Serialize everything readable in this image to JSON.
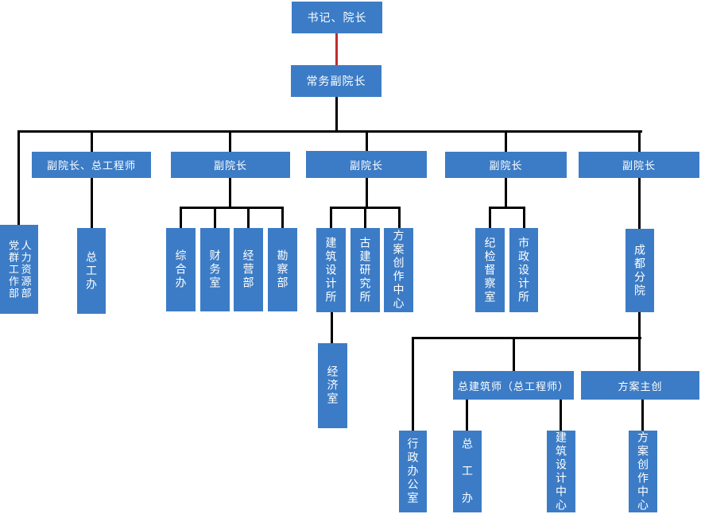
{
  "diagram_type": "org-chart",
  "colors": {
    "box_fill": "#3C7CC6",
    "box_text": "#FFFFFF",
    "connector_line": "#000000",
    "highlight_connector_line": "#BE2F2F",
    "background": "#FFFFFF"
  },
  "nodes": {
    "shuji_yuanzhang": {
      "label": "书记、院长"
    },
    "changwu_fyz": {
      "label": "常务副院长"
    },
    "fyz_zgcs": {
      "label": "副院长、总工程师"
    },
    "fyz1": {
      "label": "副院长"
    },
    "fyz2": {
      "label": "副院长"
    },
    "fyz3": {
      "label": "副院长"
    },
    "fyz4": {
      "label": "副院长"
    },
    "dangqun": {
      "label": "党群工作部"
    },
    "renli": {
      "label": "人力资源部"
    },
    "zonggongban": {
      "label": "总工办"
    },
    "zonghe": {
      "label": "综合办"
    },
    "caiwu": {
      "label": "财务室"
    },
    "jingying": {
      "label": "经营部"
    },
    "kancha": {
      "label": "勘察部"
    },
    "jianzhu_sjs": {
      "label": "建筑设计所"
    },
    "gujian": {
      "label": "古建研究所"
    },
    "fachuang_zx": {
      "label": "方案创作中心"
    },
    "jingji": {
      "label": "经济室"
    },
    "jijian": {
      "label": "纪检督察室"
    },
    "shizheng": {
      "label": "市政设计所"
    },
    "chengdu": {
      "label": "成都分院"
    },
    "zongjianzhushi": {
      "label": "总建筑师（总工程师）"
    },
    "fangan_zhuchuang": {
      "label": "方案主创"
    },
    "xingzheng": {
      "label": "行政办公室"
    },
    "zonggongban2": {
      "label": "总　工　办"
    },
    "jianzhu_sjzx": {
      "label": "建筑设计中心"
    },
    "fachuang_zx2": {
      "label": "方案创作中心"
    }
  },
  "structure": {
    "shuji_yuanzhang": [
      "changwu_fyz"
    ],
    "changwu_fyz": [
      "dangqun",
      "renli",
      "fyz_zgcs",
      "fyz1",
      "fyz2",
      "fyz3",
      "fyz4"
    ],
    "fyz_zgcs": [
      "zonggongban"
    ],
    "fyz1": [
      "zonghe",
      "caiwu",
      "jingying",
      "kancha"
    ],
    "fyz2": [
      "jianzhu_sjs",
      "gujian",
      "fachuang_zx"
    ],
    "jianzhu_sjs": [
      "jingji"
    ],
    "fyz3": [
      "jijian",
      "shizheng"
    ],
    "fyz4": [
      "chengdu"
    ],
    "chengdu": [
      "xingzheng",
      "zongjianzhushi",
      "fangan_zhuchuang"
    ],
    "zongjianzhushi": [
      "zonggongban2",
      "jianzhu_sjzx"
    ],
    "fangan_zhuchuang": [
      "fachuang_zx2"
    ]
  },
  "highlighted_edge": {
    "from": "shuji_yuanzhang",
    "to": "changwu_fyz"
  }
}
